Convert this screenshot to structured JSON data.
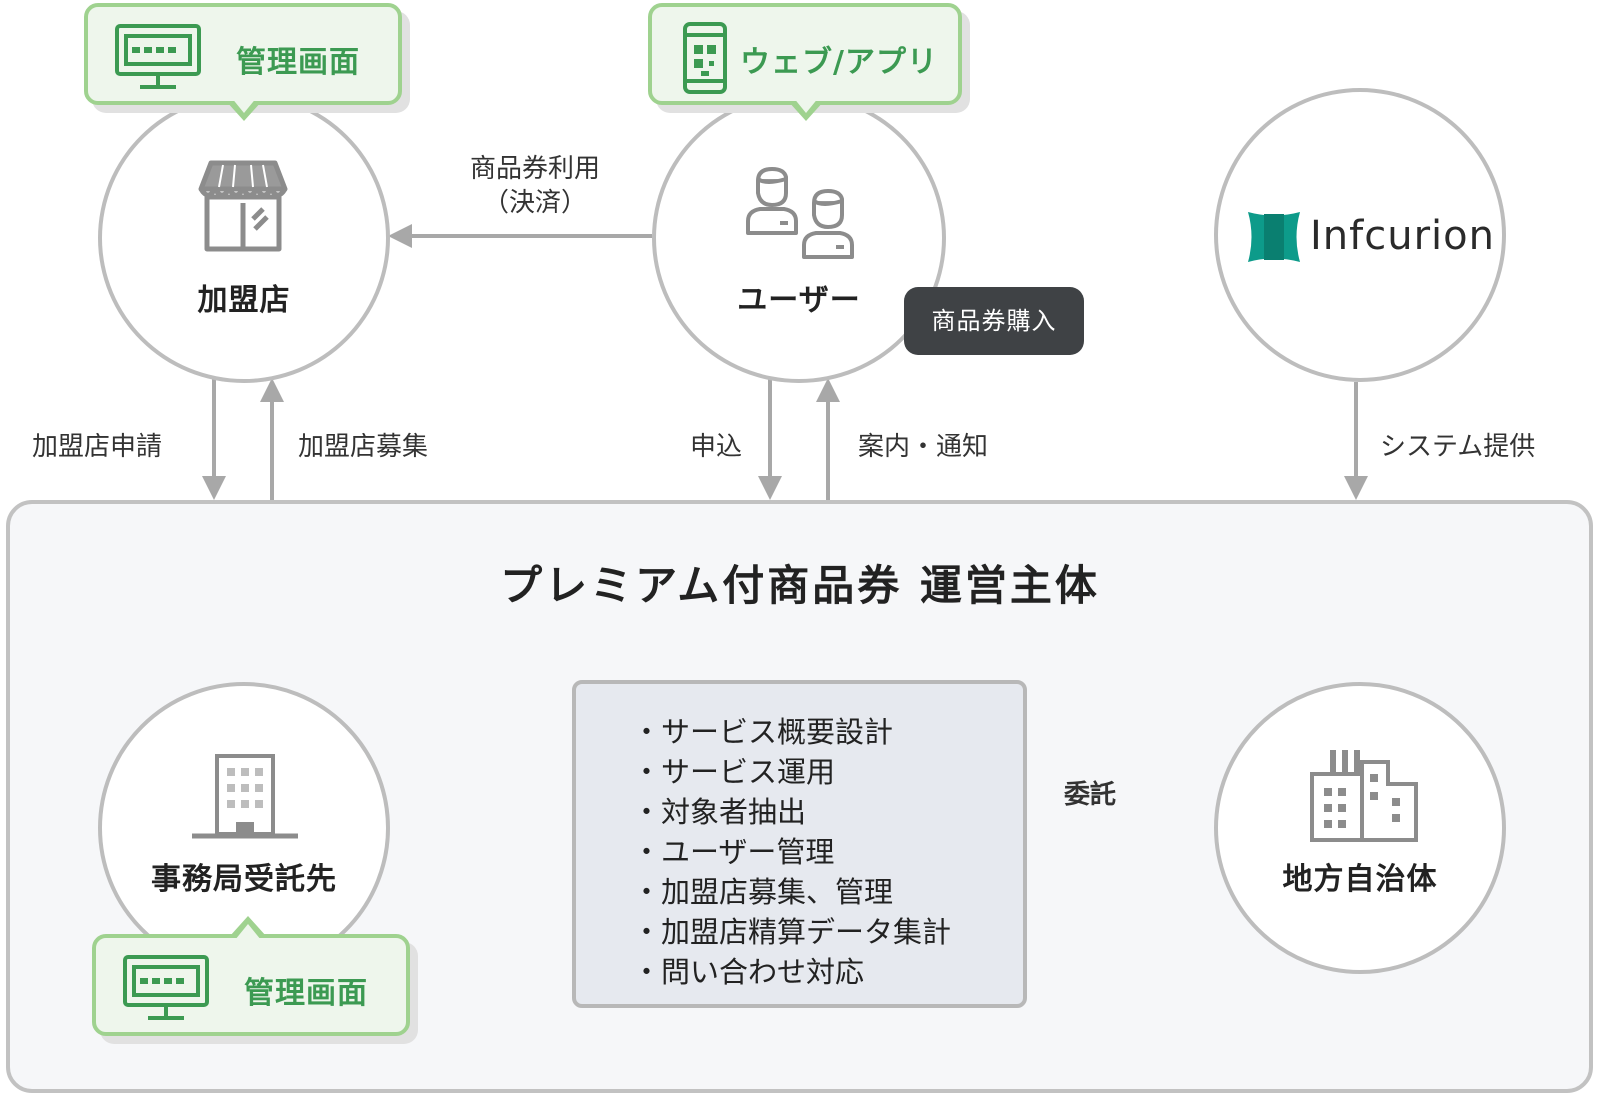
{
  "nodes": {
    "merchant": "加盟店",
    "user": "ユーザー",
    "infcurion": "Infcurion",
    "secretariat": "事務局受託先",
    "municipality": "地方自治体"
  },
  "callouts": {
    "merchant_admin": "管理画面",
    "web_app": "ウェブ/アプリ",
    "secretariat_admin": "管理画面"
  },
  "badges": {
    "purchase": "商品券購入"
  },
  "edges": {
    "voucher_use_line1": "商品券利用",
    "voucher_use_line2": "（決済）",
    "merchant_apply": "加盟店申請",
    "merchant_recruit": "加盟店募集",
    "user_apply": "申込",
    "guidance": "案内・通知",
    "system_provision": "システム提供",
    "entrust": "委託"
  },
  "organization": {
    "title": "プレミアム付商品券 運営主体",
    "tasks": [
      "サービス概要設計",
      "サービス運用",
      "対象者抽出",
      "ユーザー管理",
      "加盟店募集、管理",
      "加盟店精算データ集計",
      "問い合わせ対応"
    ]
  },
  "colors": {
    "node_border": "#bdbdbd",
    "arrow": "#a8a8a8",
    "callout_fill": "#eef6ec",
    "callout_border": "#9fd28f",
    "callout_text": "#3c9a52",
    "badge_fill": "#3f4245",
    "panel_fill": "#f6f7f9",
    "task_box_fill": "#e6e9ef",
    "infcurion_logo": "#0d9b8a"
  },
  "icons": {
    "merchant": "storefront-icon",
    "user": "users-icon",
    "secretariat": "office-building-icon",
    "municipality": "city-buildings-icon",
    "admin": "monitor-icon",
    "web_app": "smartphone-qr-icon",
    "infcurion": "infcurion-logo-icon"
  }
}
